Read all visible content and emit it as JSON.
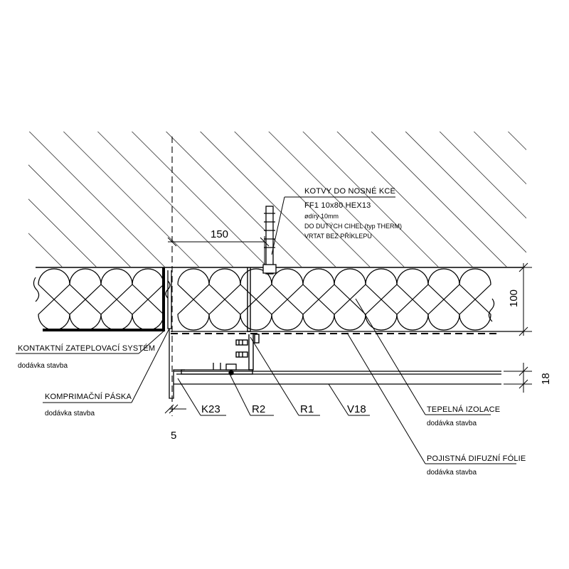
{
  "labels": {
    "kotvy_title": "KOTVY DO NOSNÉ KCE",
    "kotvy_line1": "FF1  10x80  HEX13",
    "kotvy_line2": "ødíry 10mm",
    "kotvy_line3": "DO DUTÝCH CIHEL (typ THERM)",
    "kotvy_line4": "VRTAT BEZ PŘÍKLEPU",
    "kontaktni": "KONTAKTNÍ ZATEPLOVACÍ SYSTÉM",
    "kontaktni_sub": "dodávka stavba",
    "komprimacni": "KOMPRIMAČNÍ PÁSKA",
    "komprimacni_sub": "dodávka stavba",
    "tepelna": "TEPELNÁ IZOLACE",
    "tepelna_sub": "dodávka stavba",
    "pojistna": "POJISTNÁ DIFUZNÍ FÓLIE",
    "pojistna_sub": "dodávka stavba"
  },
  "codes": {
    "k23": "K23",
    "r2": "R2",
    "r1": "R1",
    "v18": "V18"
  },
  "dimensions": {
    "d150": "150",
    "d100": "100",
    "d18": "18",
    "d5": "5"
  }
}
